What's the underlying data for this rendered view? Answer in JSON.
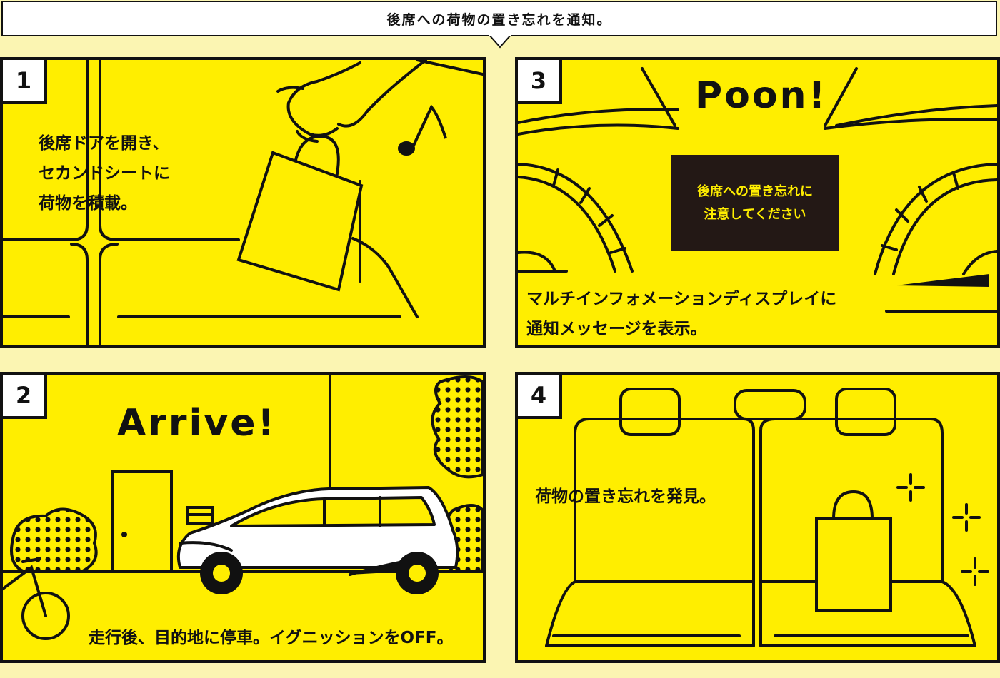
{
  "banner": {
    "title": "後席への荷物の置き忘れを通知。"
  },
  "colors": {
    "panel": "#ffee00",
    "background": "#fbf5b2",
    "ink": "#111111",
    "display": "#231815"
  },
  "panels": [
    {
      "number": "1",
      "lines": [
        "後席ドアを開き、",
        "セカンドシートに",
        "荷物を積載。"
      ]
    },
    {
      "number": "2",
      "shout": "Arrive!",
      "lines": [
        "走行後、目的地に停車。イグニッションをOFF。"
      ]
    },
    {
      "number": "3",
      "shout": "Poon!",
      "display_lines": [
        "後席への置き忘れに",
        "注意してください"
      ],
      "lines": [
        "マルチインフォメーションディスプレイに",
        "通知メッセージを表示。"
      ]
    },
    {
      "number": "4",
      "lines": [
        "荷物の置き忘れを発見。"
      ]
    }
  ],
  "icons": [
    "music-note-icon",
    "sparkle-icon"
  ]
}
